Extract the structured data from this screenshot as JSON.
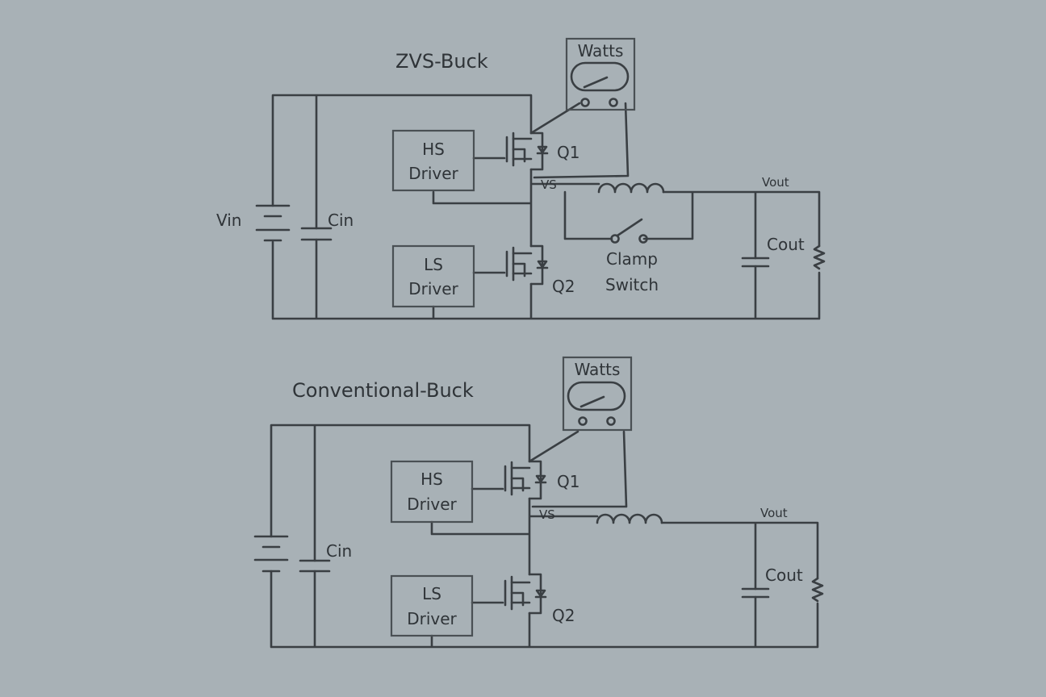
{
  "colors": {
    "background": "#a8b1b6",
    "wire": "#3a3f43",
    "text": "#2f3438"
  },
  "zvs": {
    "title": "ZVS-Buck",
    "meter": "Watts",
    "hs_driver": [
      "HS",
      "Driver"
    ],
    "ls_driver": [
      "LS",
      "Driver"
    ],
    "q1": "Q1",
    "q2": "Q2",
    "vs": "VS",
    "vout": "Vout",
    "vin": "Vin",
    "cin": "Cin",
    "cout": "Cout",
    "clamp": [
      "Clamp",
      "Switch"
    ]
  },
  "conv": {
    "title": "Conventional-Buck",
    "meter": "Watts",
    "hs_driver": [
      "HS",
      "Driver"
    ],
    "ls_driver": [
      "LS",
      "Driver"
    ],
    "q1": "Q1",
    "q2": "Q2",
    "vs": "VS",
    "vout": "Vout",
    "cin": "Cin",
    "cout": "Cout"
  }
}
